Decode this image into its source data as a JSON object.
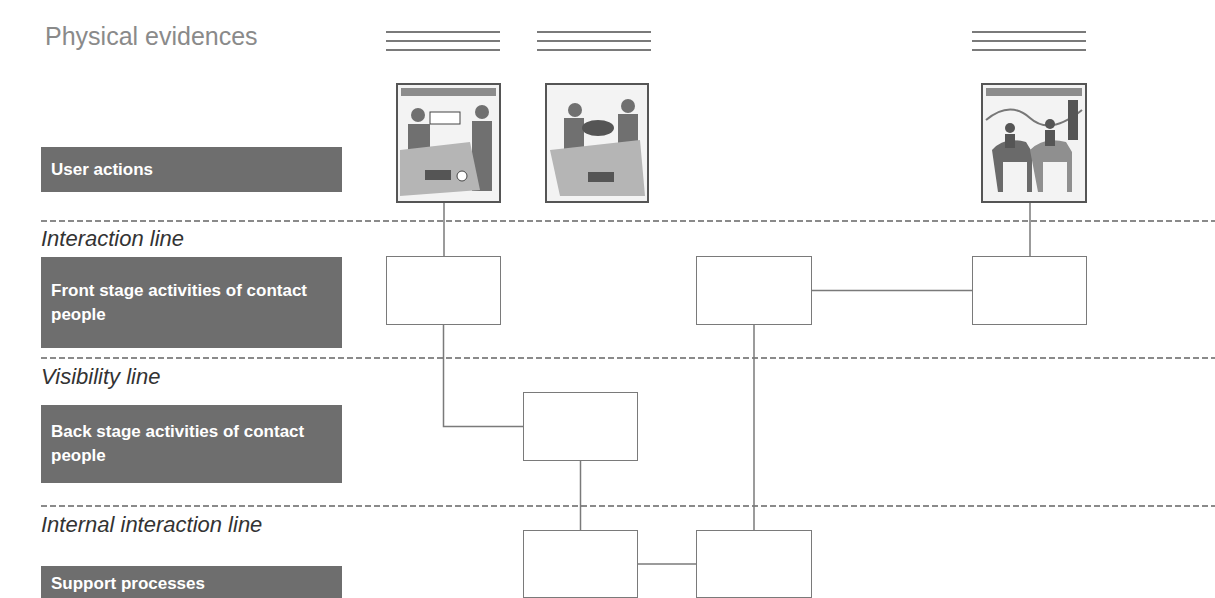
{
  "diagram": {
    "nodes": [
      {
        "text": [
          "User actions"
        ]
      },
      {
        "text": [
          "Front stage activities of contact people"
        ]
      },
      {
        "text": []
      },
      {
        "text": []
      },
      {
        "text": []
      },
      {
        "text": [
          "Back stage activities of contact people"
        ]
      },
      {
        "text": []
      },
      {
        "text": [
          "Support processes"
        ]
      },
      {
        "text": []
      },
      {
        "text": []
      }
    ],
    "edges": [
      {
        "from": 2,
        "to": 6,
        "arrow": "none"
      },
      {
        "from": 6,
        "to": 8,
        "arrow": "none"
      },
      {
        "from": 8,
        "to": 9,
        "arrow": "none"
      },
      {
        "from": 3,
        "to": 9,
        "arrow": "none"
      },
      {
        "from": 3,
        "to": 4,
        "arrow": "none"
      }
    ],
    "labels": [
      "Physical evidences",
      "Interaction line",
      "Visibility line",
      "Internal interaction line"
    ]
  }
}
